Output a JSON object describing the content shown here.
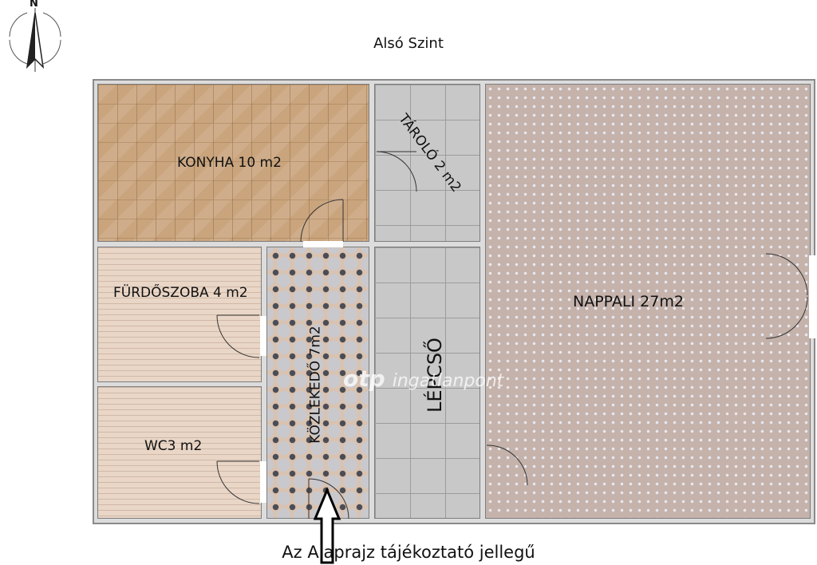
{
  "compass": {
    "label": "N",
    "icon": "north-arrow-icon"
  },
  "title": "Alsó Szint",
  "rooms": {
    "kitchen": "KONYHA 10 m2",
    "storage": "TÁROLÓ 2 m2",
    "living": "NAPPALI 27m2",
    "bathroom": "FÜRDŐSZOBA 4 m2",
    "hallway": "KÖZLEKEDŐ 7m2",
    "stairs": "LÉPCSŐ",
    "wc": "WC3 m2"
  },
  "watermark": {
    "brand": "otp",
    "text": "ingatlanpont"
  },
  "footer": "Az Alaprajz tájékoztató jellegű",
  "colors": {
    "kitchen": "#c9a47d",
    "storage": "#c8c8c8",
    "living": "#c4b2ab",
    "bath": "#e9d6c7",
    "hallway": "#d9c2b0",
    "wall": "#8a8a8a"
  }
}
